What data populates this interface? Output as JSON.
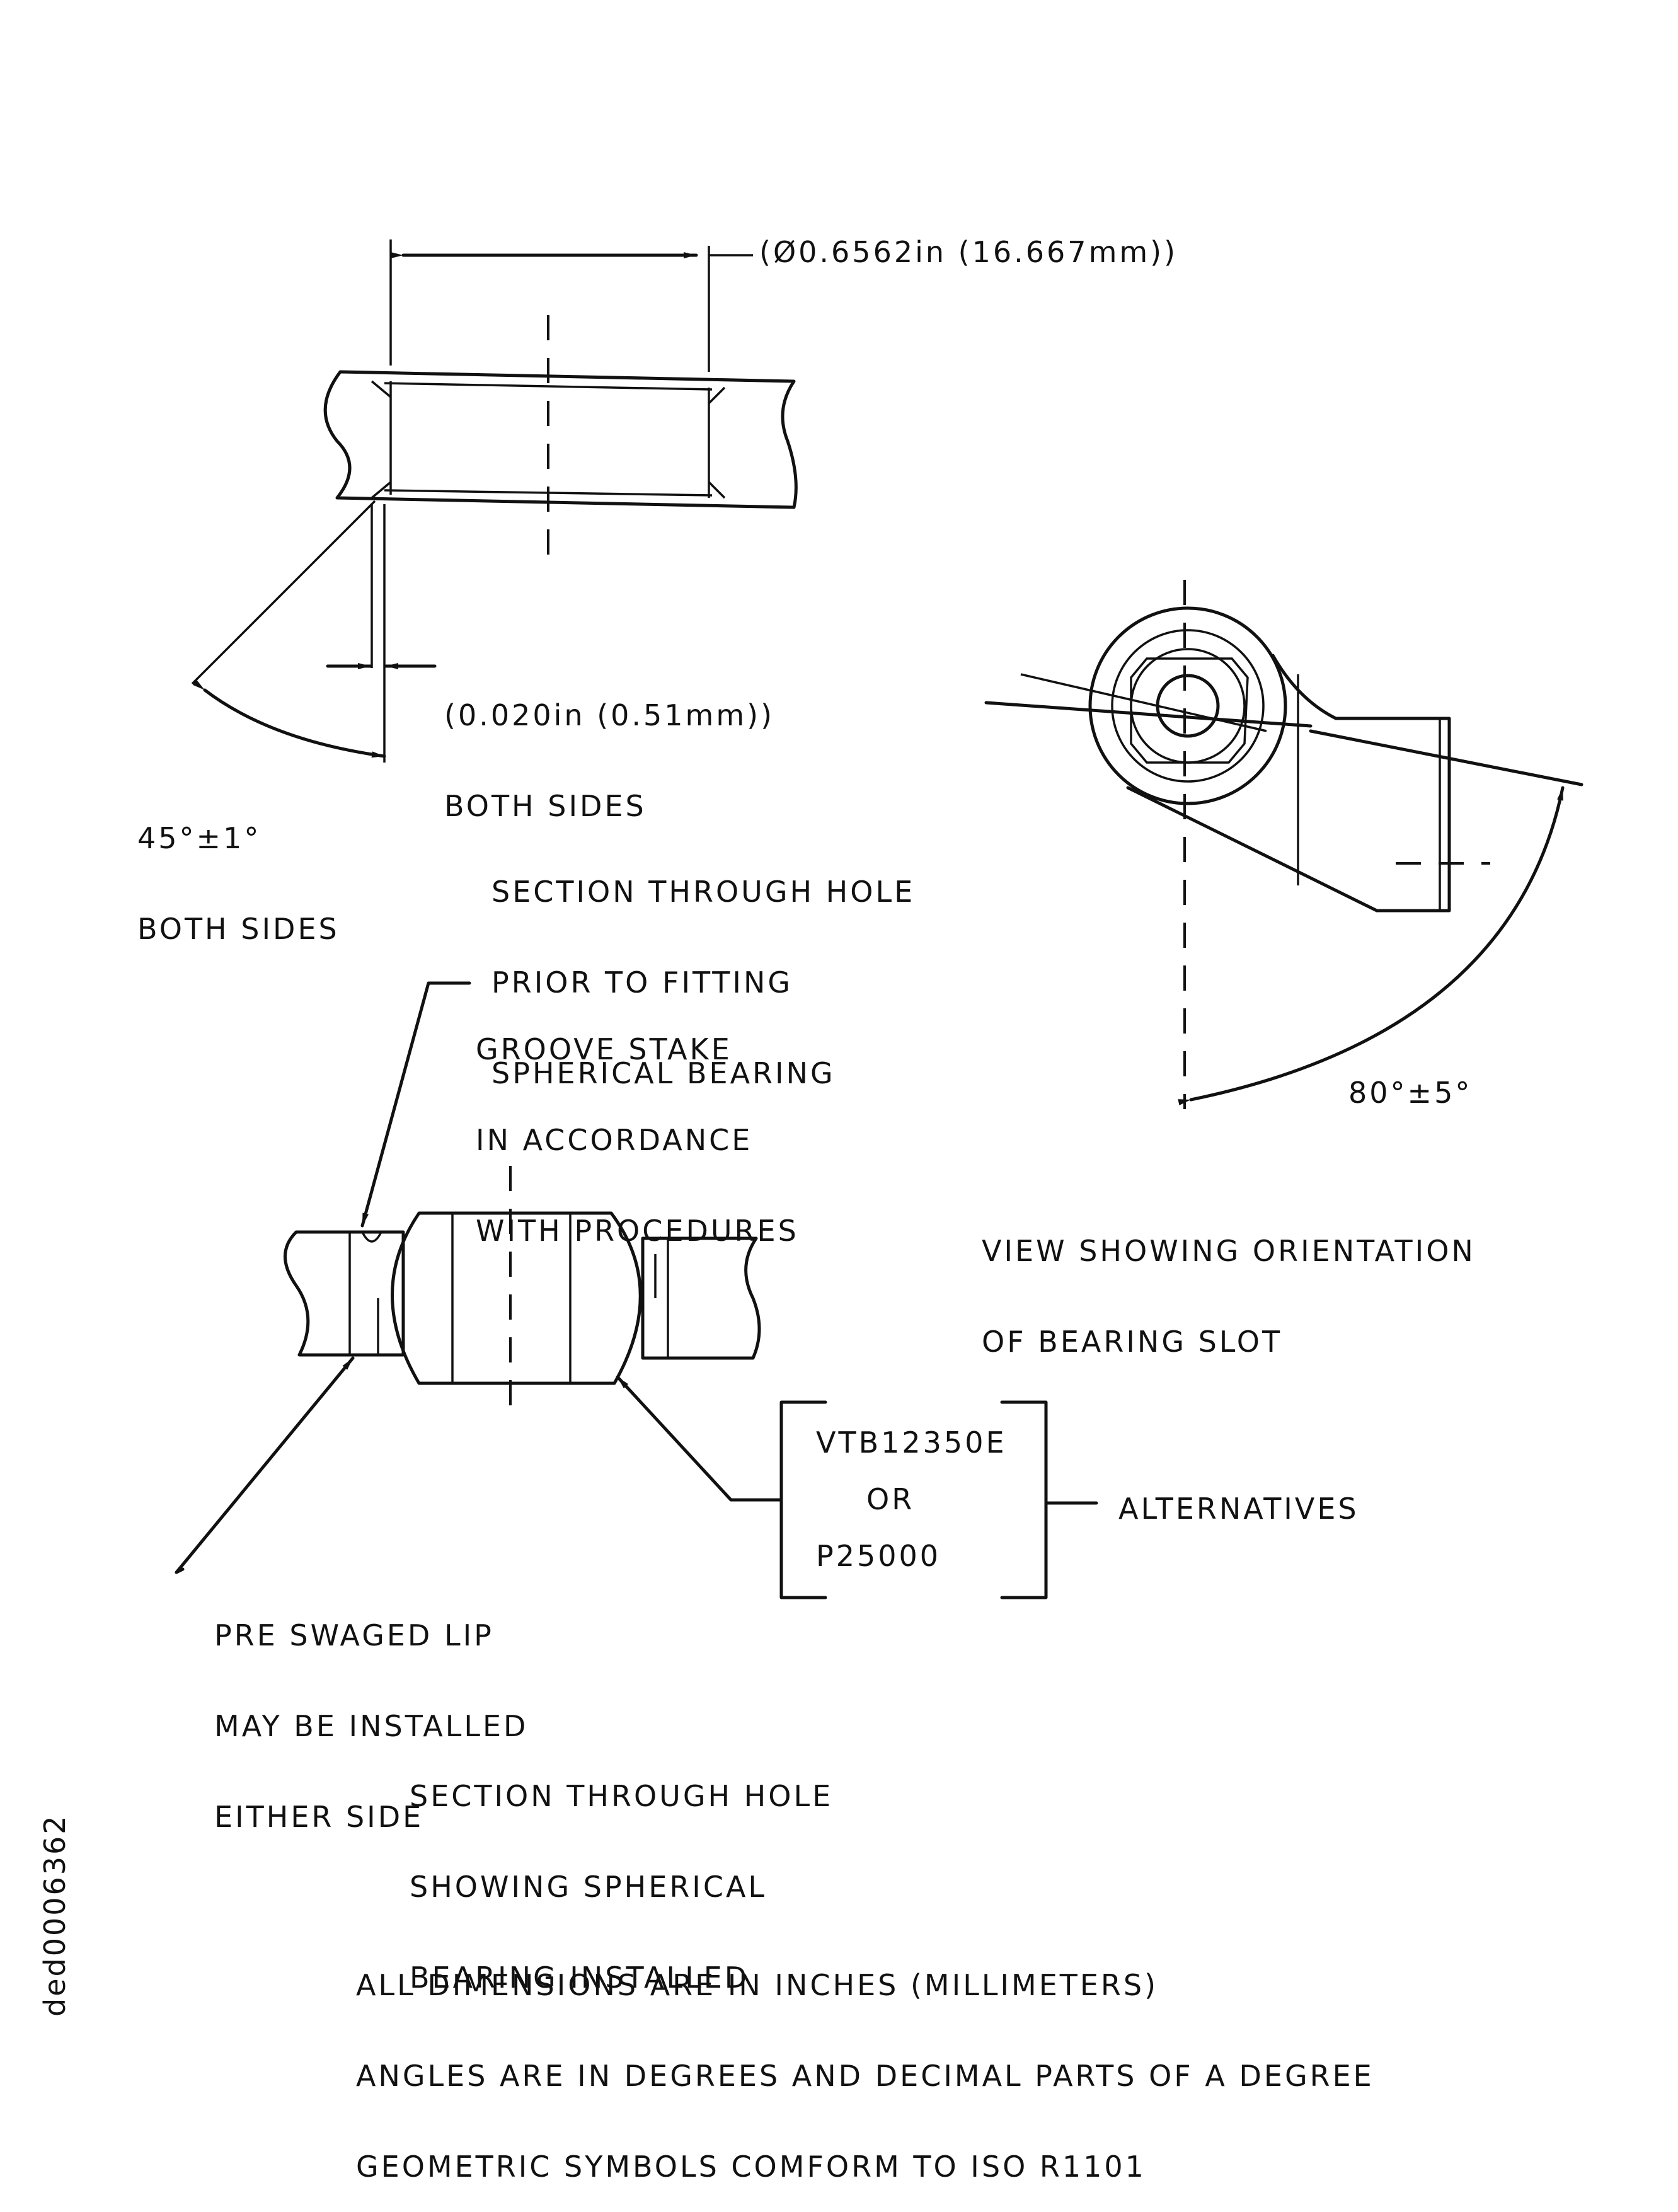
{
  "labels": {
    "diameter": "(Ø0.6562in (16.667mm))",
    "chamfer_width_line1": "(0.020in (0.51mm))",
    "chamfer_width_line2": "BOTH SIDES",
    "angle45_line1": "45°±1°",
    "angle45_line2": "BOTH SIDES",
    "section1_line1": "SECTION THROUGH HOLE",
    "section1_line2": "PRIOR TO FITTING",
    "section1_line3": "SPHERICAL BEARING",
    "angle80": "80°±5°",
    "view_line1": "VIEW SHOWING ORIENTATION",
    "view_line2": "OF BEARING SLOT",
    "groove_line1": "GROOVE STAKE",
    "groove_line2": "IN ACCORDANCE",
    "groove_line3": "WITH PROCEDURES",
    "part1": "VTB12350E",
    "part_or": "OR",
    "part2": "P25000",
    "alternatives": "ALTERNATIVES",
    "lip_line1": "PRE SWAGED LIP",
    "lip_line2": "MAY BE INSTALLED",
    "lip_line3": "EITHER SIDE",
    "section2_line1": "SECTION THROUGH HOLE",
    "section2_line2": "SHOWING SPHERICAL",
    "section2_line3": "BEARING INSTALLED",
    "note_line1": "ALL DIMENSIONS ARE IN INCHES (MILLIMETERS)",
    "note_line2": "ANGLES ARE IN DEGREES AND DECIMAL PARTS OF A DEGREE",
    "note_line3": "GEOMETRIC SYMBOLS COMFORM TO ISO R1101",
    "drawing_id": "ded0006362"
  }
}
